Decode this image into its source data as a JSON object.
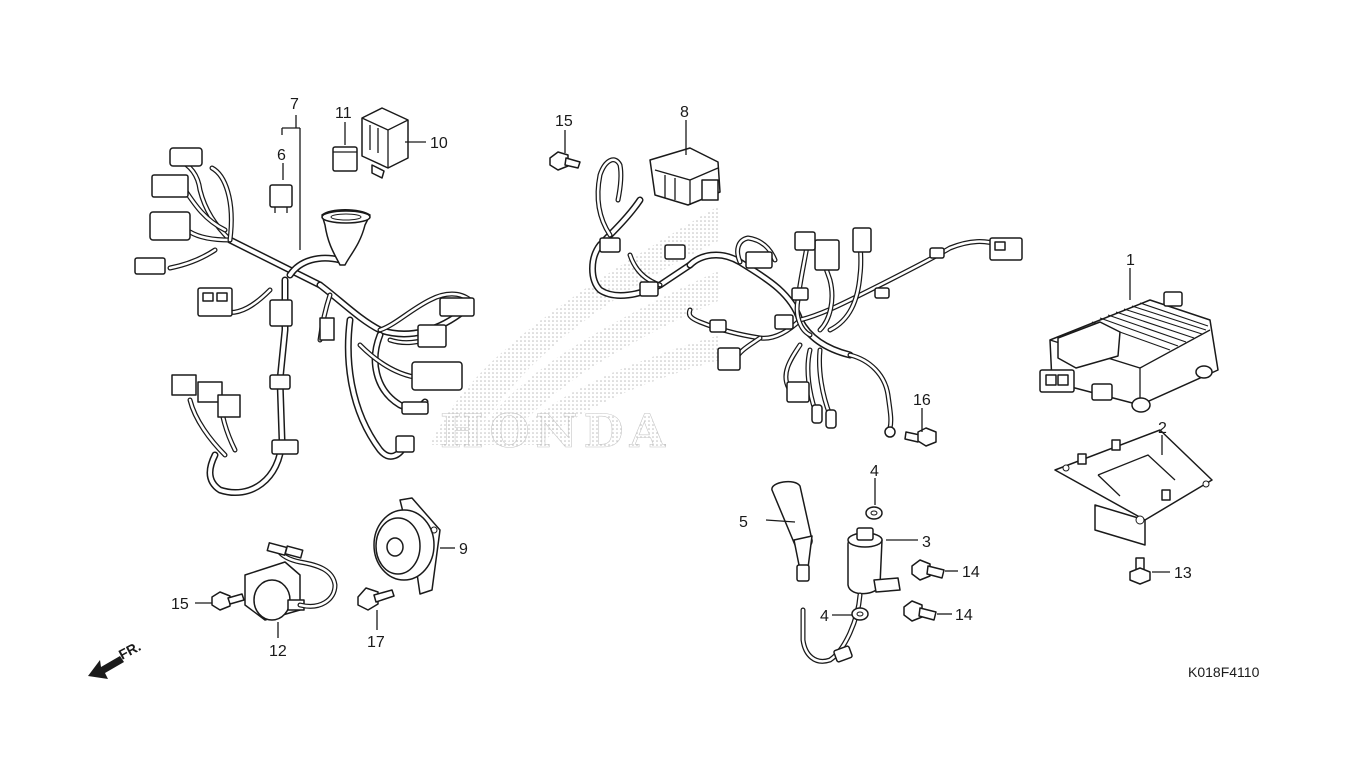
{
  "diagram": {
    "drawing_code": "K018F4110",
    "direction_marker": "FR.",
    "watermark_text": "HONDA",
    "part_labels": [
      {
        "id": "p1",
        "text": "1"
      },
      {
        "id": "p2",
        "text": "2"
      },
      {
        "id": "p3",
        "text": "3"
      },
      {
        "id": "p4a",
        "text": "4"
      },
      {
        "id": "p4b",
        "text": "4"
      },
      {
        "id": "p5",
        "text": "5"
      },
      {
        "id": "p6",
        "text": "6"
      },
      {
        "id": "p7",
        "text": "7"
      },
      {
        "id": "p8",
        "text": "8"
      },
      {
        "id": "p9",
        "text": "9"
      },
      {
        "id": "p10",
        "text": "10"
      },
      {
        "id": "p11",
        "text": "11"
      },
      {
        "id": "p12",
        "text": "12"
      },
      {
        "id": "p13",
        "text": "13"
      },
      {
        "id": "p14a",
        "text": "14"
      },
      {
        "id": "p14b",
        "text": "14"
      },
      {
        "id": "p15a",
        "text": "15"
      },
      {
        "id": "p15b",
        "text": "15"
      },
      {
        "id": "p16",
        "text": "16"
      },
      {
        "id": "p17",
        "text": "17"
      }
    ],
    "colors": {
      "line": "#1a1a1a",
      "watermark": "#c8c8c8",
      "background": "#ffffff"
    }
  }
}
